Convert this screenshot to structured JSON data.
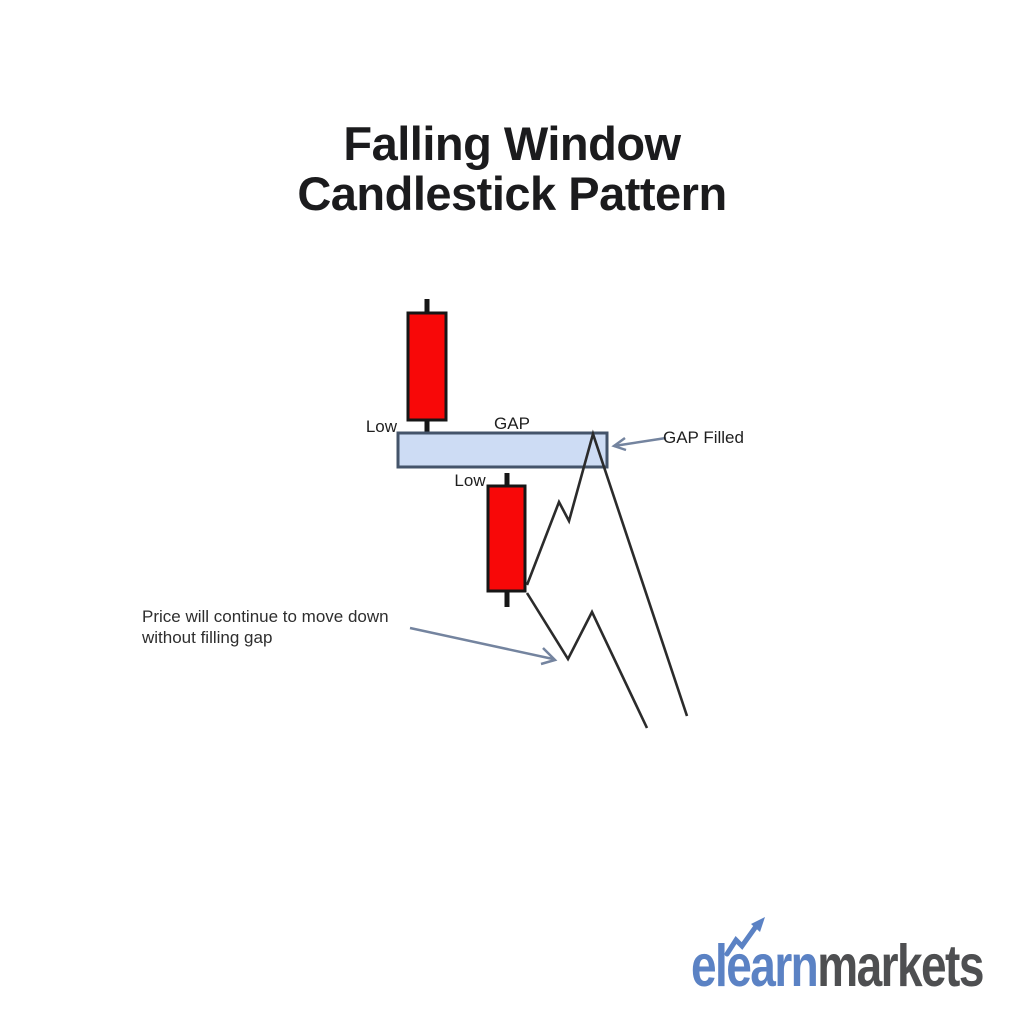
{
  "title": {
    "line1": "Falling Window",
    "line2": "Candlestick Pattern"
  },
  "diagram": {
    "pattern_name": "Falling Window",
    "labels": {
      "low_first": "Low",
      "gap": "GAP",
      "low_second": "Low",
      "gap_filled": "GAP Filled"
    },
    "annotation": {
      "line1": "Price will continue to move down",
      "line2": "without filling gap"
    },
    "colors": {
      "candle_fill": "#f80808",
      "candle_border": "#161616",
      "gap_zone_fill": "#cddcf4",
      "gap_zone_border": "#44546a",
      "price_line": "#2b2b2b",
      "arrow": "#74849f",
      "label_text": "#1f1f1f"
    }
  },
  "logo": {
    "part1": "elearn",
    "part2": "markets",
    "colors": {
      "part1_blue": "#5b82c4",
      "part2_gray": "#4e4f51"
    },
    "arrow_icon": "uptrend-arrow"
  }
}
